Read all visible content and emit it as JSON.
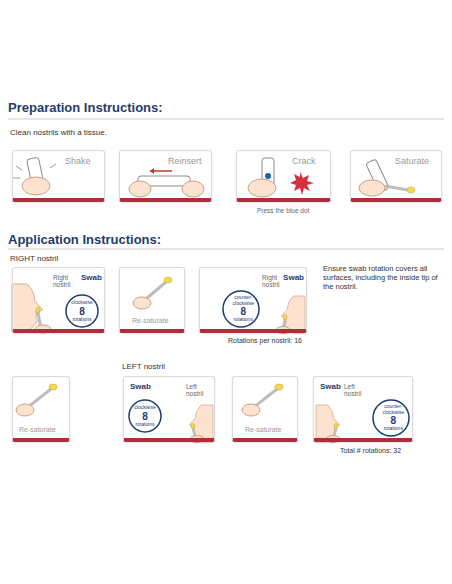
{
  "diagram": {
    "nodes": [
      {
        "text": [
          "Shake"
        ]
      },
      {
        "text": [
          "Reinsert"
        ]
      },
      {
        "text": [
          "Crack"
        ]
      },
      {
        "text": [
          "Saturate"
        ]
      },
      {
        "text": [
          "Right nostril",
          "Swab"
        ]
      },
      {
        "text": [
          "clockwise",
          "8",
          "rotations"
        ],
        "in": 4
      },
      {
        "text": [
          "Re-saturate"
        ]
      },
      {
        "text": [
          "Right nostril",
          "Swab"
        ]
      },
      {
        "text": [
          "counter-clockwise",
          "8",
          "rotations"
        ],
        "in": 7
      },
      {
        "text": [
          "Re-saturate"
        ]
      },
      {
        "text": [
          "Swab",
          "Left nostril"
        ]
      },
      {
        "text": [
          "clockwise",
          "8",
          "rotations"
        ],
        "in": 10
      },
      {
        "text": [
          "Re-saturate"
        ]
      },
      {
        "text": [
          "Swab",
          "Left nostril"
        ]
      },
      {
        "text": [
          "counter-clockwise",
          "8",
          "rotations"
        ],
        "in": 13
      }
    ],
    "labels": [
      "Preparation Instructions:",
      "Clean nostrils with a tissue.",
      "Press the blue dot",
      "Application Instructions:",
      "RIGHT nostril",
      "Ensure swab rotation covers all surfaces, including the inside tip of the nostril.",
      "Rotations per nostril: 16",
      "LEFT nostril",
      "Total # rotations: 32"
    ]
  }
}
